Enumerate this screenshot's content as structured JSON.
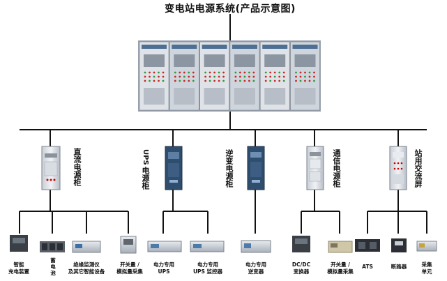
{
  "title": "变电站电源系统(产品示意图)",
  "cabinets": {
    "dc": "直流电源柜",
    "ups_prefix": "UPS",
    "ups_suffix": "电源柜",
    "inverter": "逆变电源柜",
    "comm": "通信电源柜",
    "ac": "站用交流屏"
  },
  "devices": {
    "charger": [
      "智能",
      "充电装置"
    ],
    "battery": [
      "蓄",
      "电",
      "池"
    ],
    "insulation": [
      "绝缘监测仪",
      "及其它智能设备"
    ],
    "switch_sampling": [
      "开关量 /",
      "模拟量采集"
    ],
    "ups_power": [
      "电力专用",
      "UPS"
    ],
    "ups_monitor": [
      "电力专用",
      "UPS 监控器"
    ],
    "inverter_power": [
      "电力专用",
      "逆变器"
    ],
    "dcdc": [
      "DC/DC",
      "变换器"
    ],
    "comm_switch": [
      "开关量 /",
      "模拟量采集"
    ],
    "ats": "ATS",
    "breaker": "断路器",
    "sampling_unit": [
      "采集",
      "单元"
    ]
  }
}
